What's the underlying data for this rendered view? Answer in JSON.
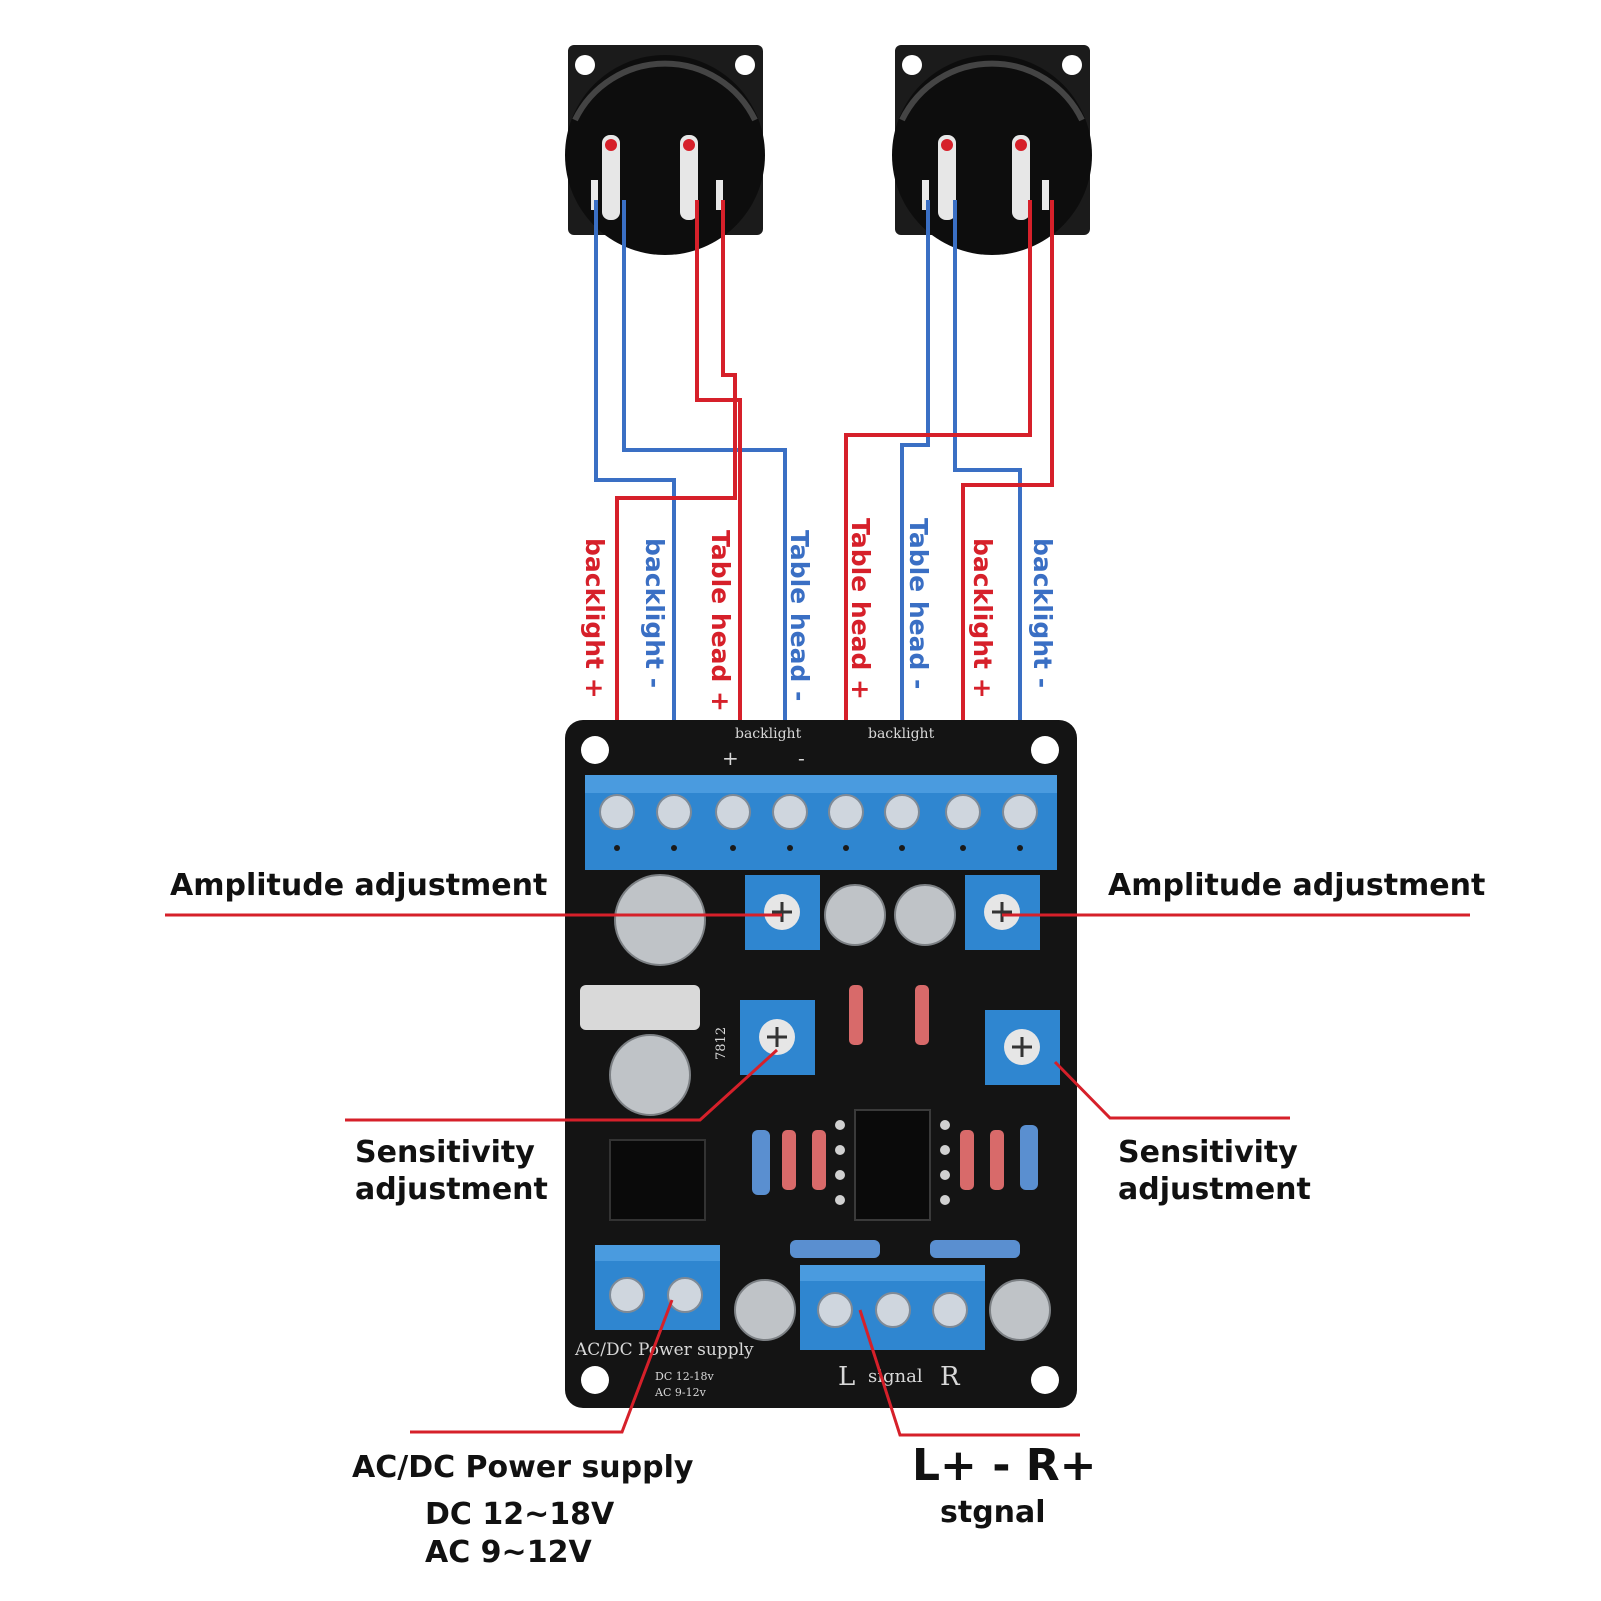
{
  "colors": {
    "red": "#d6202a",
    "blue": "#3a6fc4",
    "pcb": "#141414",
    "terminal": "#2f86d0"
  },
  "wire_labels": [
    {
      "text": "backlight +",
      "color": "red"
    },
    {
      "text": "backlight -",
      "color": "blue"
    },
    {
      "text": "Table head +",
      "color": "red"
    },
    {
      "text": "Table head -",
      "color": "blue"
    },
    {
      "text": "Table head +",
      "color": "red"
    },
    {
      "text": "Table head -",
      "color": "blue"
    },
    {
      "text": "backlight +",
      "color": "red"
    },
    {
      "text": "backlight -",
      "color": "blue"
    }
  ],
  "callouts": {
    "amp_left": "Amplitude adjustment",
    "amp_right": "Amplitude adjustment",
    "sens_left_1": "Sensitivity",
    "sens_left_2": "adjustment",
    "sens_right_1": "Sensitivity",
    "sens_right_2": "adjustment",
    "power_title": "AC/DC Power supply",
    "power_dc": "DC 12~18V",
    "power_ac": "AC 9~12V",
    "signal_pins": "L+ - R+",
    "signal_word": "stgnal"
  },
  "silkscreen": {
    "backlight": "backlight",
    "power": "AC/DC Power supply",
    "dc": "DC 12-18v",
    "ac": "AC 9-12v",
    "signal": "signal",
    "L": "L",
    "R": "R",
    "plus": "+",
    "minus": "-",
    "reg": "7812"
  }
}
